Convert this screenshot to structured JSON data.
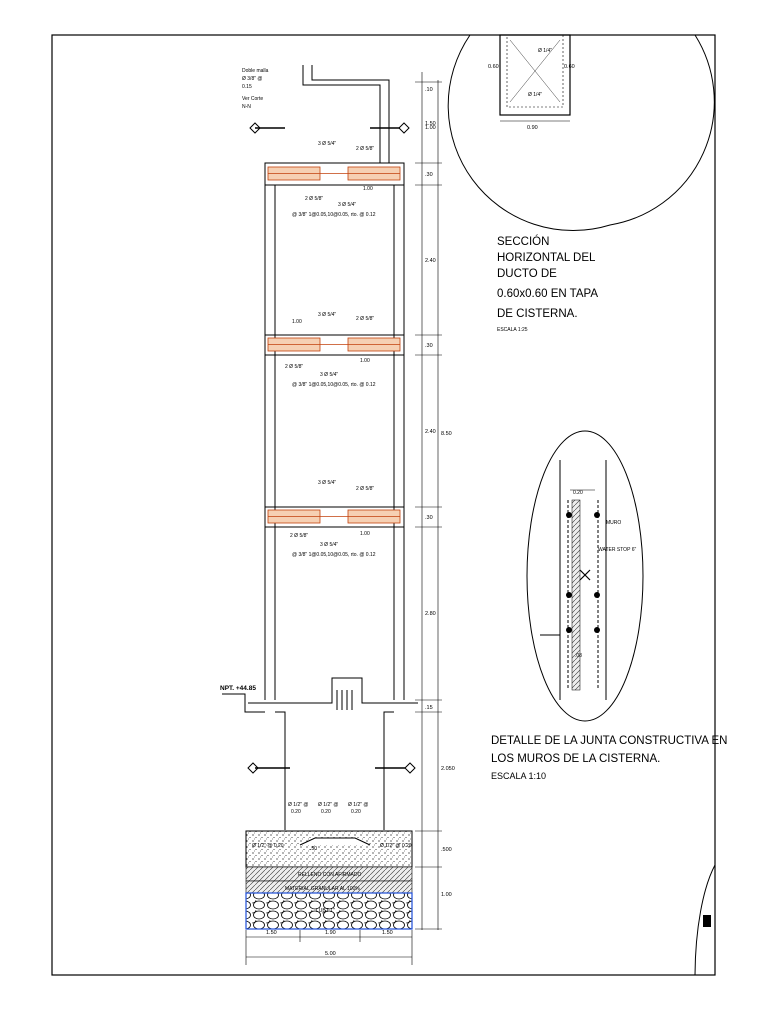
{
  "elevation": {
    "top_note_lines": [
      "Doble malla",
      "Ø 3/8\" @",
      "0.15",
      "Ver Corte",
      "N-N"
    ],
    "level_label": "NPT. +44.85",
    "beam_bar_top_left": "3 Ø 5/4\"",
    "beam_bar_top_right": "2 Ø 5/8\"",
    "beam_bar_bottom_left": "2 Ø 5/8\"",
    "beam_bar_bottom_mid": "3 Ø 5/4\"",
    "stirrups": "@ 3/8\" 1@0.05,10@0.05, rto. @ 0.12",
    "beam_dim": "1.00",
    "base_bar_1": "Ø 1/2\" @",
    "base_bar_spacing": "0.20",
    "base_bar_left": "Ø 1/2\" @ 0.20",
    "base_bar_right": "Ø 1/2\" @ 0.20",
    "slab_note": ".50",
    "fill_label_1": "RELLENO CON AFIRMADO",
    "fill_label_2": "MATERIAL GRANULAR AL 100%",
    "fill_label_3": "LUBT 1\"",
    "base_dims": [
      "1.50",
      "1.90",
      "1.50"
    ],
    "base_total": "5.00",
    "right_dims": [
      "1.50",
      ".10",
      "1.00",
      ".30",
      "2.40",
      ".30",
      "2.40",
      ".30",
      "2.80",
      ".15",
      "2.050",
      ".500",
      "1.00"
    ],
    "overall_dim": "8.50"
  },
  "detail_duct": {
    "title_lines": [
      "SECCIÓN",
      "HORIZONTAL DEL",
      "DUCTO DE",
      "0.60x0.60 EN TAPA",
      "DE CISTERNA."
    ],
    "scale": "ESCALA 1:25",
    "dim_left": "0.60",
    "dim_right": "0.60",
    "dim_bottom": "0.90",
    "bar_label_1": "Ø 1/4\"",
    "bar_label_2": "Ø 1/4\""
  },
  "detail_joint": {
    "title_lines": [
      "DETALLE DE LA JUNTA CONSTRUCTIVA EN",
      "LOS MUROS DE LA CISTERNA."
    ],
    "scale": "ESCALA 1:10",
    "dim_top": "0.20",
    "label_muro": "MURO",
    "label_waterstop": "WATER STOP 6\"",
    "dim_side": ".08"
  }
}
